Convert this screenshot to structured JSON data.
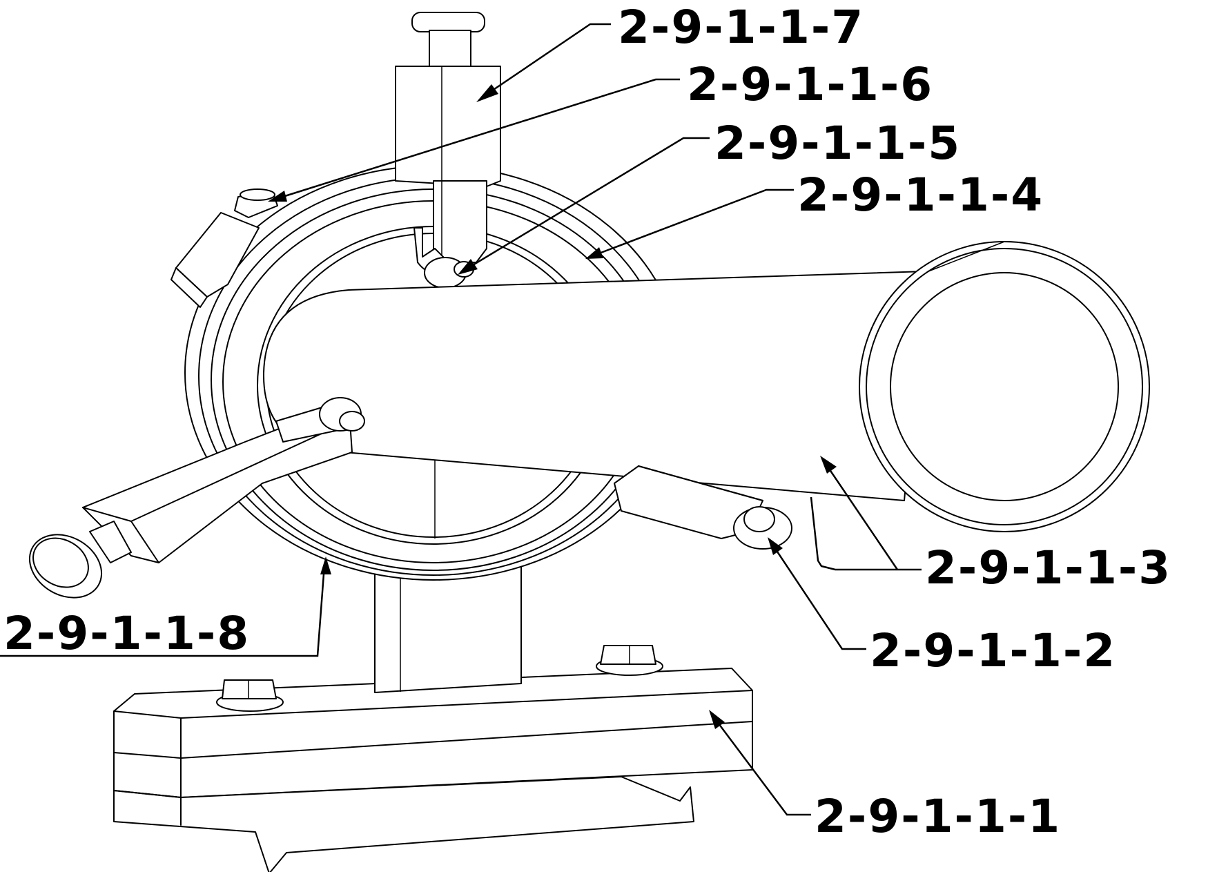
{
  "callouts": [
    {
      "id": "c7",
      "text": "2-9-1-1-7"
    },
    {
      "id": "c6",
      "text": "2-9-1-1-6"
    },
    {
      "id": "c5",
      "text": "2-9-1-1-5"
    },
    {
      "id": "c4",
      "text": "2-9-1-1-4"
    },
    {
      "id": "c3",
      "text": "2-9-1-1-3"
    },
    {
      "id": "c2",
      "text": "2-9-1-1-2"
    },
    {
      "id": "c8",
      "text": "2-9-1-1-8"
    },
    {
      "id": "c1",
      "text": "2-9-1-1-1"
    }
  ]
}
